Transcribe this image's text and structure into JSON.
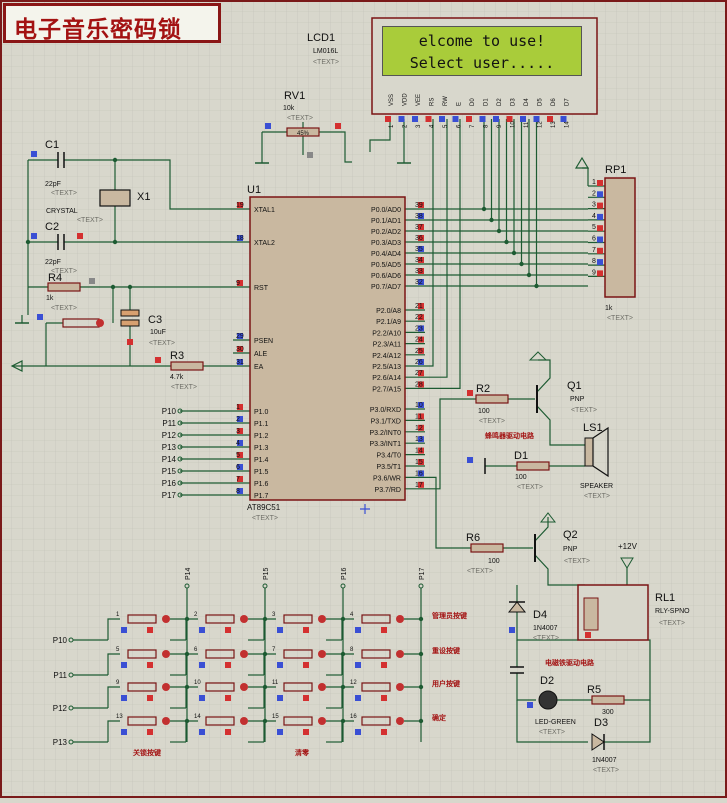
{
  "title": "电子音乐密码锁",
  "lcd": {
    "ref": "LCD1",
    "part": "LM016L",
    "text_tag": "<TEXT>",
    "line1": "elcome to use!",
    "line2": "Select user.....",
    "pins": [
      "VSS",
      "VDD",
      "VEE",
      "RS",
      "RW",
      "E",
      "D0",
      "D1",
      "D2",
      "D3",
      "D4",
      "D5",
      "D6",
      "D7"
    ],
    "pin_nums": [
      "1",
      "2",
      "3",
      "4",
      "5",
      "6",
      "7",
      "8",
      "9",
      "10",
      "11",
      "12",
      "13",
      "14"
    ]
  },
  "rv1": {
    "ref": "RV1",
    "value": "10k",
    "pct": "45%"
  },
  "c1": {
    "ref": "C1",
    "value": "22pF"
  },
  "c2": {
    "ref": "C2",
    "value": "22pF"
  },
  "x1": {
    "ref": "X1",
    "value": "CRYSTAL"
  },
  "r4": {
    "ref": "R4",
    "value": "1k"
  },
  "c3": {
    "ref": "C3",
    "value": "10uF"
  },
  "r3": {
    "ref": "R3",
    "value": "4.7k"
  },
  "u1": {
    "ref": "U1",
    "part": "AT89C51",
    "left_pins": [
      {
        "num": "19",
        "name": "XTAL1"
      },
      {
        "num": "18",
        "name": "XTAL2"
      },
      {
        "num": "9",
        "name": "RST"
      },
      {
        "num": "29",
        "name": "PSEN"
      },
      {
        "num": "30",
        "name": "ALE"
      },
      {
        "num": "31",
        "name": "EA"
      },
      {
        "num": "1",
        "name": "P1.0"
      },
      {
        "num": "2",
        "name": "P1.1"
      },
      {
        "num": "3",
        "name": "P1.2"
      },
      {
        "num": "4",
        "name": "P1.3"
      },
      {
        "num": "5",
        "name": "P1.4"
      },
      {
        "num": "6",
        "name": "P1.5"
      },
      {
        "num": "7",
        "name": "P1.6"
      },
      {
        "num": "8",
        "name": "P1.7"
      }
    ],
    "right_pins": [
      {
        "num": "39",
        "name": "P0.0/AD0"
      },
      {
        "num": "38",
        "name": "P0.1/AD1"
      },
      {
        "num": "37",
        "name": "P0.2/AD2"
      },
      {
        "num": "36",
        "name": "P0.3/AD3"
      },
      {
        "num": "35",
        "name": "P0.4/AD4"
      },
      {
        "num": "34",
        "name": "P0.5/AD5"
      },
      {
        "num": "33",
        "name": "P0.6/AD6"
      },
      {
        "num": "32",
        "name": "P0.7/AD7"
      },
      {
        "num": "21",
        "name": "P2.0/A8"
      },
      {
        "num": "22",
        "name": "P2.1/A9"
      },
      {
        "num": "23",
        "name": "P2.2/A10"
      },
      {
        "num": "24",
        "name": "P2.3/A11"
      },
      {
        "num": "25",
        "name": "P2.4/A12"
      },
      {
        "num": "26",
        "name": "P2.5/A13"
      },
      {
        "num": "27",
        "name": "P2.6/A14"
      },
      {
        "num": "28",
        "name": "P2.7/A15"
      },
      {
        "num": "10",
        "name": "P3.0/RXD"
      },
      {
        "num": "11",
        "name": "P3.1/TXD"
      },
      {
        "num": "12",
        "name": "P3.2/INT0"
      },
      {
        "num": "13",
        "name": "P3.3/INT1"
      },
      {
        "num": "14",
        "name": "P3.4/T0"
      },
      {
        "num": "15",
        "name": "P3.5/T1"
      },
      {
        "num": "16",
        "name": "P3.6/WR"
      },
      {
        "num": "17",
        "name": "P3.7/RD"
      }
    ]
  },
  "p1_labels": [
    "P10",
    "P11",
    "P12",
    "P13",
    "P14",
    "P15",
    "P16",
    "P17"
  ],
  "rp1": {
    "ref": "RP1",
    "value": "1k",
    "pins": [
      "1",
      "2",
      "3",
      "4",
      "5",
      "6",
      "7",
      "8",
      "9"
    ]
  },
  "r2": {
    "ref": "R2",
    "value": "100"
  },
  "q1": {
    "ref": "Q1",
    "type": "PNP"
  },
  "ls1": {
    "ref": "LS1",
    "type": "SPEAKER"
  },
  "d1": {
    "ref": "D1",
    "value": "100"
  },
  "speaker_label": "蜂鸣器驱动电路",
  "r6": {
    "ref": "R6",
    "value": "100"
  },
  "q2": {
    "ref": "Q2",
    "type": "PNP"
  },
  "vcc": "+12V",
  "rl1": {
    "ref": "RL1",
    "type": "RLY-SPNO"
  },
  "d4": {
    "ref": "D4",
    "value": "1N4007"
  },
  "relay_label": "电磁铁驱动电路",
  "d2": {
    "ref": "D2",
    "value": "LED-GREEN"
  },
  "r5": {
    "ref": "R5",
    "value": "300"
  },
  "d3": {
    "ref": "D3",
    "value": "1N4007"
  },
  "keypad": {
    "rows": [
      "P10",
      "P11",
      "P12",
      "P13"
    ],
    "cols": [
      "P14",
      "P15",
      "P16",
      "P17"
    ],
    "keys": [
      "1",
      "2",
      "3",
      "4",
      "5",
      "6",
      "7",
      "8",
      "9",
      "10",
      "11",
      "12",
      "13",
      "14",
      "15",
      "16"
    ],
    "side_labels": [
      "管理员按键",
      "重设按键",
      "用户按键",
      "确定"
    ],
    "bottom_labels": [
      "关锁按键",
      "清零"
    ]
  },
  "text_tag": "<TEXT>"
}
